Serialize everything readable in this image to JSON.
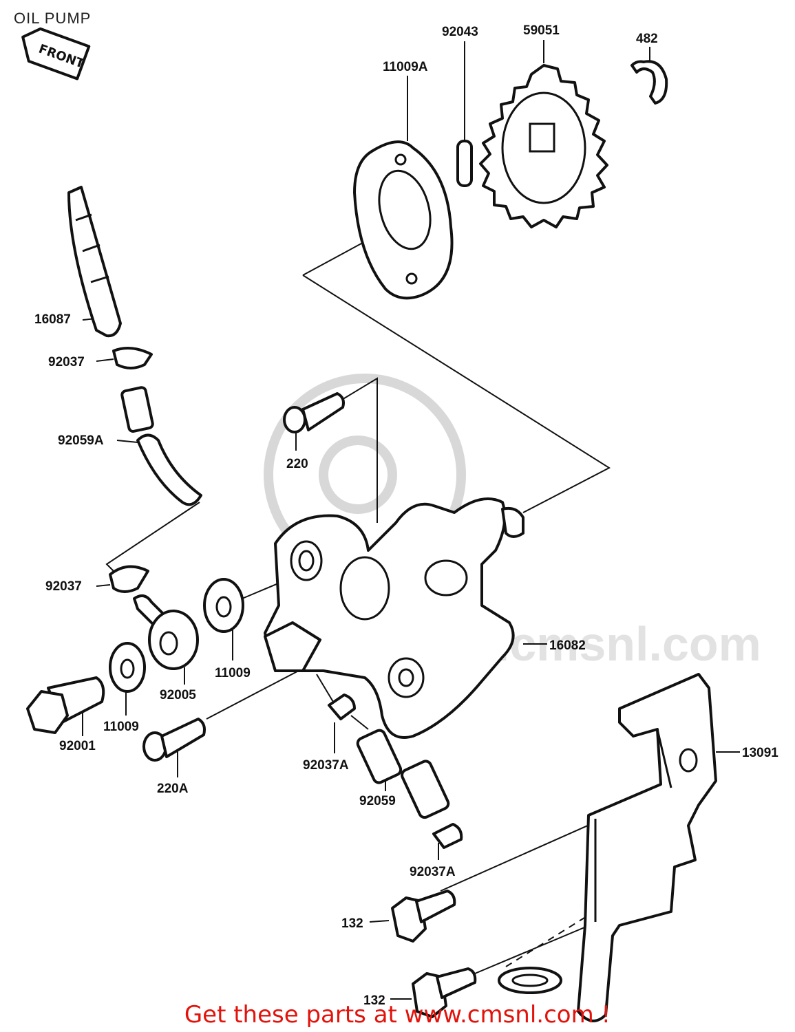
{
  "title": "OIL PUMP",
  "front_badge": "FRONT",
  "footer_text": "Get these parts at www.cmsnl.com !",
  "watermark_text": "www.cmsnl.com",
  "labels": {
    "l92043": "92043",
    "l59051": "59051",
    "l482": "482",
    "l11009A": "11009A",
    "l16087": "16087",
    "l92037_top": "92037",
    "l92059A": "92059A",
    "l220": "220",
    "l92037_mid": "92037",
    "l16082": "16082",
    "l11009_mid": "11009",
    "l92005": "92005",
    "l11009_low": "11009",
    "l92001": "92001",
    "l220A": "220A",
    "l92037A_1": "92037A",
    "l92059": "92059",
    "l13091": "13091",
    "l92037A_2": "92037A",
    "l132_1": "132",
    "l132_2": "132"
  }
}
